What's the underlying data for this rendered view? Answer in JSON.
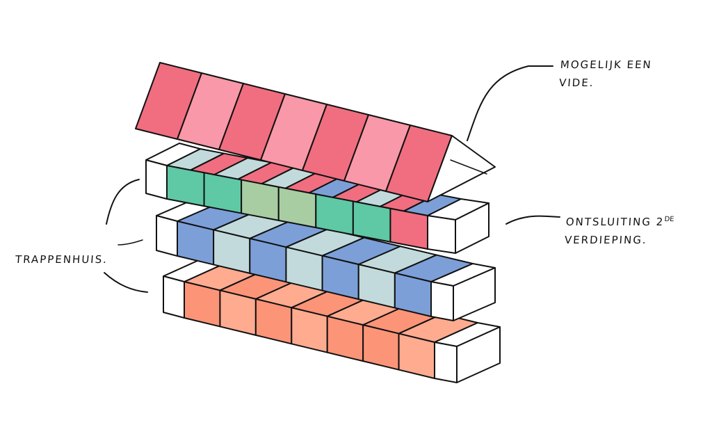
{
  "annotations": {
    "vide_line1": "MOGELIJK EEN",
    "vide_line2": "VIDE.",
    "ontsluiting_line1": "ONTSLUITING 2",
    "ontsluiting_sup": "DE",
    "ontsluiting_line2": "VERDIEPING.",
    "trappenhuis": "TRAPPENHUIS."
  },
  "colors": {
    "roof_dark": "#f06e80",
    "roof_light": "#f898a8",
    "green": "#5fc8a4",
    "sage": "#a8cda2",
    "blue": "#7c9fd8",
    "pale_blue": "#c2dadb",
    "red": "#f06e80",
    "orange_dark": "#fc9478",
    "orange_light": "#feab90",
    "white": "#ffffff",
    "stroke": "#111111"
  },
  "layers": [
    {
      "name": "roof",
      "top": [],
      "front": [
        "roof_dark",
        "roof_light",
        "roof_dark",
        "roof_light",
        "roof_dark",
        "roof_light",
        "roof_dark"
      ]
    },
    {
      "name": "second-floor",
      "top": [
        "pale_blue",
        "red",
        "pale_blue",
        "red",
        "pale_blue",
        "red",
        "blue",
        "red",
        "pale_blue",
        "red",
        "blue"
      ],
      "front": [
        "green",
        "green",
        "sage",
        "sage",
        "green",
        "green",
        "red"
      ]
    },
    {
      "name": "first-floor",
      "top": [
        "blue",
        "pale_blue",
        "blue",
        "pale_blue",
        "blue",
        "pale_blue",
        "blue"
      ],
      "front": [
        "blue",
        "pale_blue",
        "blue",
        "pale_blue",
        "blue",
        "pale_blue",
        "blue"
      ]
    },
    {
      "name": "ground-floor",
      "top": [
        "orange_light",
        "orange_dark",
        "orange_light",
        "orange_dark",
        "orange_light",
        "orange_dark",
        "orange_light"
      ],
      "front": [
        "orange_dark",
        "orange_light",
        "orange_dark",
        "orange_light",
        "orange_dark",
        "orange_dark",
        "orange_light"
      ]
    }
  ]
}
